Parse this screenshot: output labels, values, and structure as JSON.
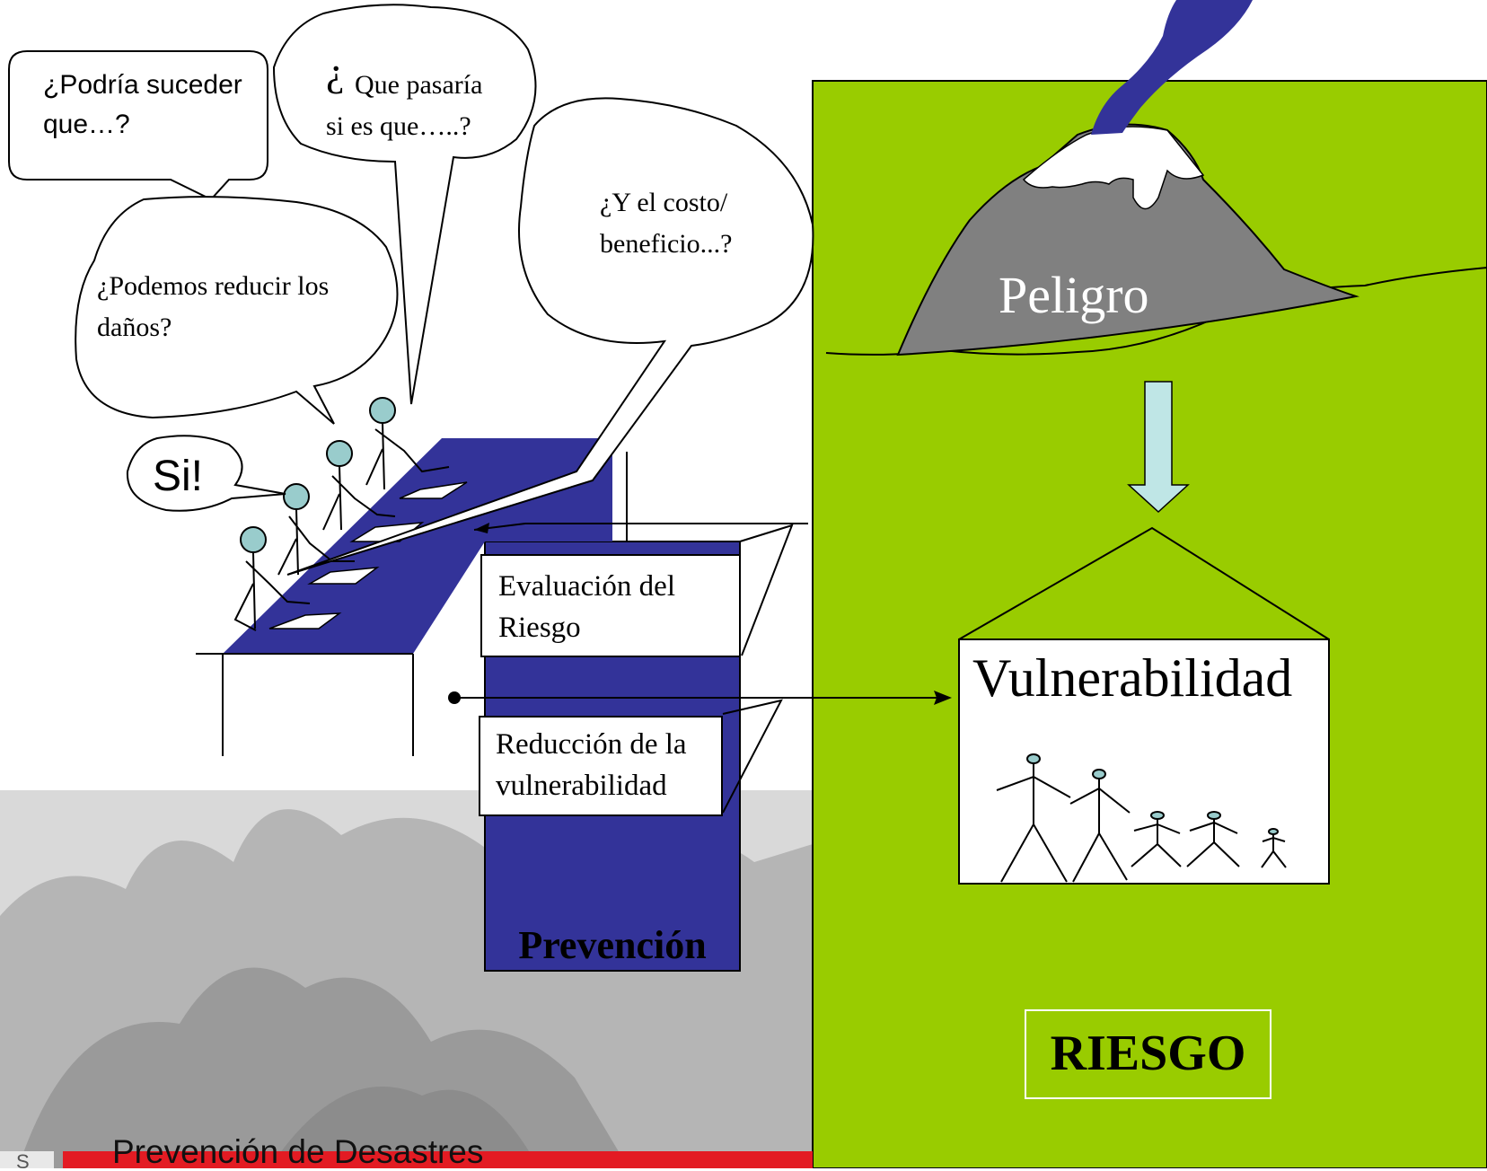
{
  "bubbles": {
    "podria": "¿Podría suceder\nque…?",
    "que_mark": "¿",
    "que_rest": "Que pasaría\nsi es que…..?",
    "costo": "¿Y el costo/\nbeneficio...?",
    "podemos": "¿Podemos reducir los\ndaños?",
    "si": "Si!"
  },
  "labels": {
    "evaluacion": "Evaluación del\nRiesgo",
    "reduccion": "Reducción de la\nvulnerabilidad",
    "prevencion": "Prevención",
    "peligro": "Peligro",
    "vulnerabilidad": "Vulnerabilidad",
    "riesgo": "RIESGO"
  },
  "footer": {
    "title": "Prevención de Desastres"
  },
  "colors": {
    "green_panel": "#99CC00",
    "navy": "#333399",
    "mountain": "#808080",
    "plume": "#333399",
    "arrow_fill": "#BFE6E6",
    "footer_bar": "#E31B23"
  }
}
